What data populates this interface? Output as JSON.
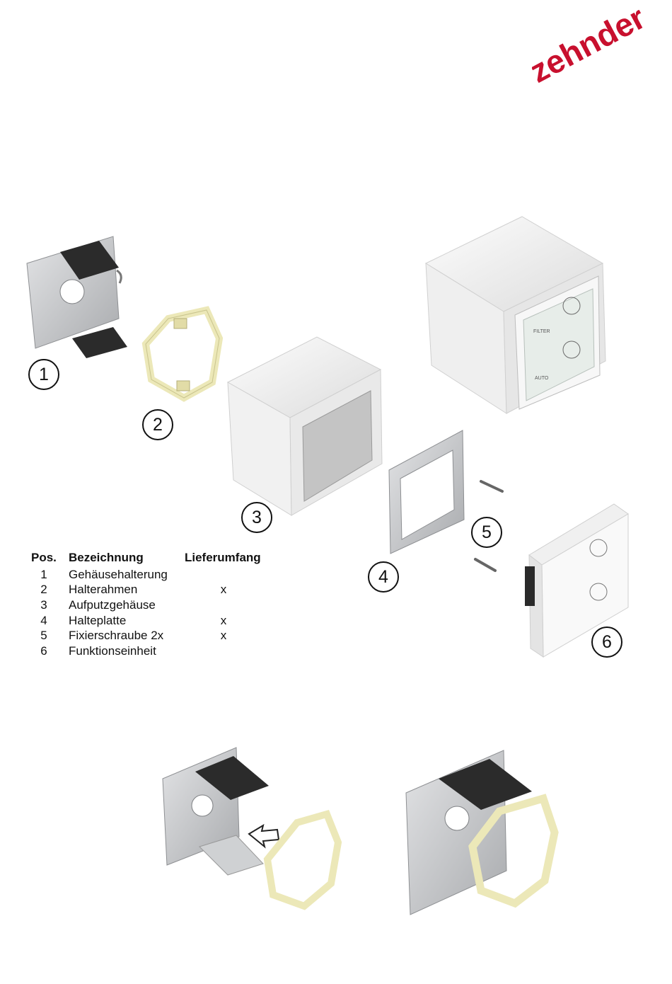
{
  "logo": {
    "text": "zehnder",
    "color": "#c8102e"
  },
  "callouts": [
    "1",
    "2",
    "3",
    "4",
    "5",
    "6"
  ],
  "parts_table": {
    "headers": [
      "Pos.",
      "Bezeichnung",
      "Lieferumfang"
    ],
    "rows": [
      {
        "pos": "1",
        "name": "Gehäusehalterung",
        "scope": ""
      },
      {
        "pos": "2",
        "name": "Halterahmen",
        "scope": "x"
      },
      {
        "pos": "3",
        "name": "Aufputzgehäuse",
        "scope": ""
      },
      {
        "pos": "4",
        "name": "Halteplatte",
        "scope": "x"
      },
      {
        "pos": "5",
        "name": "Fixierschraube 2x",
        "scope": "x"
      },
      {
        "pos": "6",
        "name": "Funktionseinheit",
        "scope": ""
      }
    ]
  },
  "device_labels": {
    "filter": "FILTER",
    "auto": "AUTO",
    "plus": "+",
    "minus": "−"
  },
  "colors": {
    "frame_ring": "#ece8b8",
    "metal": "#c9cbcd",
    "housing": "#f4f4f4"
  }
}
